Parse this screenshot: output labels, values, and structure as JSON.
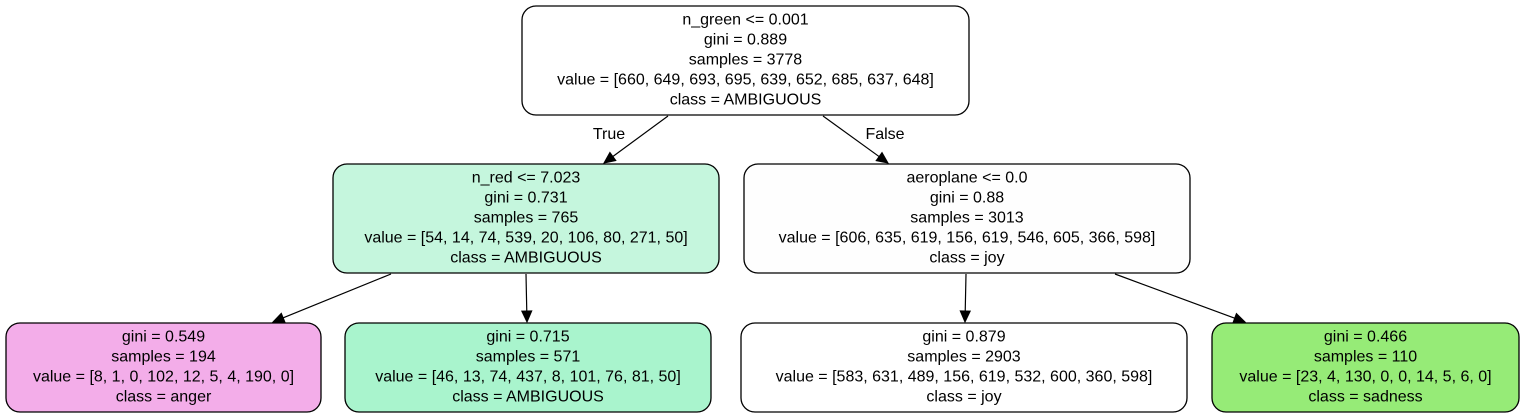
{
  "tree": {
    "nodes": [
      {
        "id": "node-0",
        "fill": "#ffffff",
        "lines": [
          "n_green <= 0.001",
          "gini = 0.889",
          "samples = 3778",
          "value = [660, 649, 693, 695, 639, 652, 685, 637, 648]",
          "class = AMBIGUOUS"
        ]
      },
      {
        "id": "node-1",
        "fill": "#c5f6dd",
        "lines": [
          "n_red <= 7.023",
          "gini = 0.731",
          "samples = 765",
          "value = [54, 14, 74, 539, 20, 106, 80, 271, 50]",
          "class = AMBIGUOUS"
        ]
      },
      {
        "id": "node-2",
        "fill": "#fefefe",
        "lines": [
          "aeroplane <= 0.0",
          "gini = 0.88",
          "samples = 3013",
          "value = [606, 635, 619, 156, 619, 546, 605, 366, 598]",
          "class = joy"
        ]
      },
      {
        "id": "node-3",
        "fill": "#f3ade9",
        "lines": [
          "gini = 0.549",
          "samples = 194",
          "value = [8, 1, 0, 102, 12, 5, 4, 190, 0]",
          "class = anger"
        ]
      },
      {
        "id": "node-4",
        "fill": "#a9f4cd",
        "lines": [
          "gini = 0.715",
          "samples = 571",
          "value = [46, 13, 74, 437, 8, 101, 76, 81, 50]",
          "class = AMBIGUOUS"
        ]
      },
      {
        "id": "node-5",
        "fill": "#ffffff",
        "lines": [
          "gini = 0.879",
          "samples = 2903",
          "value = [583, 631, 489, 156, 619, 532, 600, 360, 598]",
          "class = joy"
        ]
      },
      {
        "id": "node-6",
        "fill": "#96eb77",
        "lines": [
          "gini = 0.466",
          "samples = 110",
          "value = [23, 4, 130, 0, 0, 14, 5, 6, 0]",
          "class = sadness"
        ]
      }
    ],
    "edges": [
      {
        "from": "node-0",
        "to": "node-1",
        "label": "True"
      },
      {
        "from": "node-0",
        "to": "node-2",
        "label": "False"
      },
      {
        "from": "node-1",
        "to": "node-3",
        "label": ""
      },
      {
        "from": "node-1",
        "to": "node-4",
        "label": ""
      },
      {
        "from": "node-2",
        "to": "node-5",
        "label": ""
      },
      {
        "from": "node-2",
        "to": "node-6",
        "label": ""
      }
    ]
  }
}
